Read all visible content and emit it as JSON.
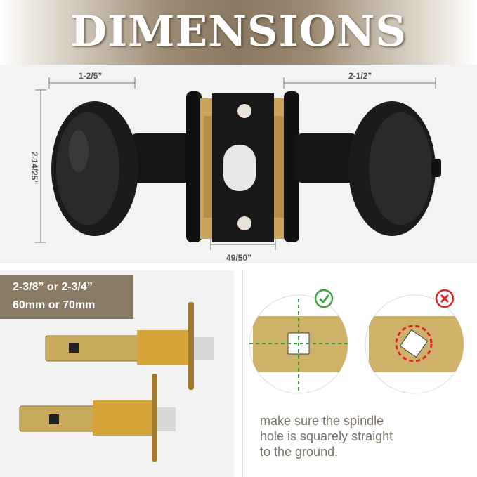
{
  "banner": {
    "title": "DIMENSIONS"
  },
  "dimensions": {
    "knob_depth": "1-2/5”",
    "rose_width": "2-1/2”",
    "knob_diameter": "2-14/25”",
    "plate_width": "49/50”"
  },
  "backset": {
    "line1": "2-3/8” or  2-3/4”",
    "line2": "60mm or 70mm"
  },
  "spindle_note": {
    "line1": "make sure the spindle",
    "line2": "hole is squarely straight",
    "line3": "to the ground."
  },
  "status_colors": {
    "correct": "#3aa63a",
    "wrong": "#d8262a"
  },
  "icons": [
    "check-icon",
    "cross-icon"
  ]
}
